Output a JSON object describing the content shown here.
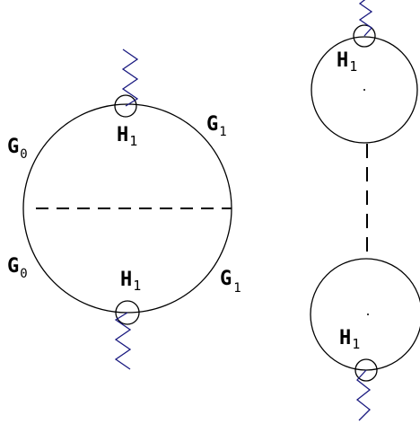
{
  "colors": {
    "line": "#000000",
    "spring": "#1a1a80",
    "background": "#ffffff"
  },
  "left_diagram": {
    "labels": {
      "top_left": {
        "base": "G",
        "sub": "0"
      },
      "top_right": {
        "base": "G",
        "sub": "1"
      },
      "bottom_left": {
        "base": "G",
        "sub": "0"
      },
      "bottom_right": {
        "base": "G",
        "sub": "1"
      },
      "top_vertex": {
        "base": "H",
        "sub": "1"
      },
      "bottom_vertex": {
        "base": "H",
        "sub": "1"
      }
    }
  },
  "right_diagram": {
    "labels": {
      "top_vertex": {
        "base": "H",
        "sub": "1"
      },
      "bottom_vertex": {
        "base": "H",
        "sub": "1"
      }
    }
  }
}
